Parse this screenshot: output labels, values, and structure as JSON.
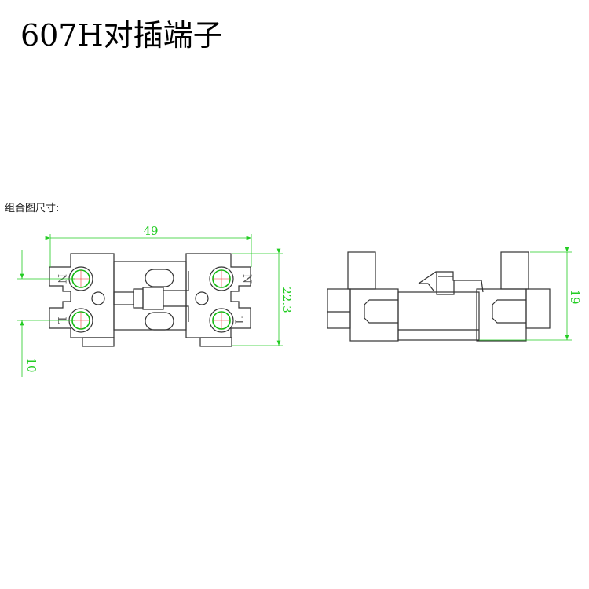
{
  "title": "607H对插端子",
  "subtitle": "组合图尺寸:",
  "top_view": {
    "dim_width": "49",
    "dim_height": "22.3",
    "dim_pitch": "10",
    "terminal_labels": [
      "N",
      "L",
      "N",
      "L"
    ]
  },
  "side_view": {
    "dim_height": "19"
  },
  "colors": {
    "dimension": "#22cc22",
    "outline": "#333333"
  }
}
